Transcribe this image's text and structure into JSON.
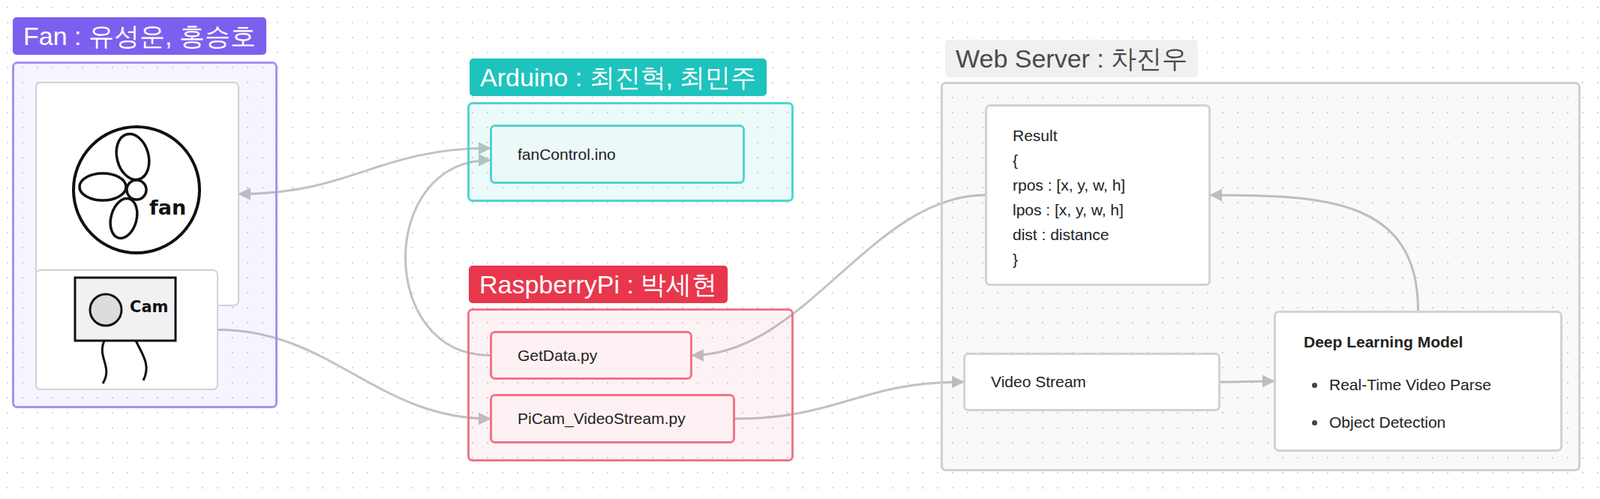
{
  "diagram": {
    "nodes": [
      {
        "text": [
          "Fan : 유성운, 홍승호"
        ]
      },
      {
        "text": [
          "fan"
        ],
        "in": 0
      },
      {
        "text": [
          "Cam"
        ],
        "in": 0
      },
      {
        "text": [
          "Arduino : 최진혁, 최민주"
        ]
      },
      {
        "text": [
          "fanControl.ino"
        ],
        "in": 3
      },
      {
        "text": [
          "RaspberryPi : 박세현"
        ]
      },
      {
        "text": [
          "GetData.py"
        ],
        "in": 5
      },
      {
        "text": [
          "PiCam_VideoStream.py"
        ],
        "in": 5
      },
      {
        "text": [
          "Web Server : 차진우"
        ]
      },
      {
        "text": [
          "Result",
          "{",
          "rpos : [x, y, w, h]",
          "lpos : [x, y, w, h]",
          "dist : distance",
          "}"
        ],
        "in": 8
      },
      {
        "text": [
          "Video Stream"
        ],
        "in": 8
      },
      {
        "text": [
          "Deep Learning Model",
          "Real-Time Video Parse",
          "Object Detection"
        ],
        "in": 8
      }
    ],
    "edges": [
      {
        "from": 4,
        "to": 1,
        "arrow": "both"
      },
      {
        "from": 6,
        "to": 4,
        "arrow": "to"
      },
      {
        "from": 2,
        "to": 7,
        "arrow": "to"
      },
      {
        "from": 9,
        "to": 6,
        "arrow": "to"
      },
      {
        "from": 7,
        "to": 10,
        "arrow": "to"
      },
      {
        "from": 10,
        "to": 11,
        "arrow": "to"
      },
      {
        "from": 11,
        "to": 9,
        "arrow": "to"
      }
    ]
  }
}
